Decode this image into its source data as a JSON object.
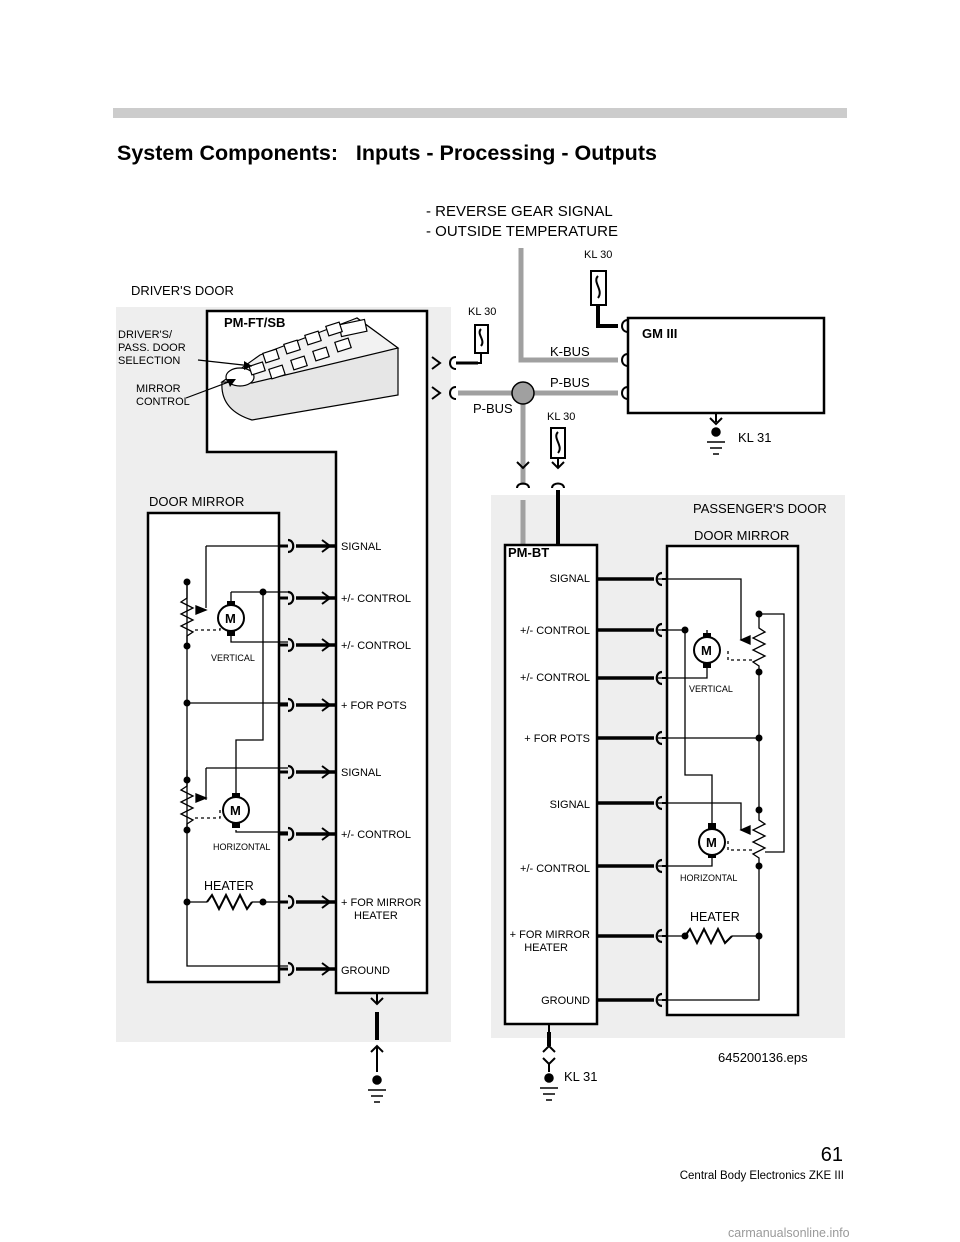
{
  "page": {
    "title": "System Components:   Inputs - Processing - Outputs",
    "page_number": "61",
    "footer": "Central Body Electronics ZKE III",
    "file_name": "645200136.eps",
    "watermark": "carmanualsonline.info"
  },
  "diagram": {
    "gm_inputs": [
      "- REVERSE GEAR SIGNAL",
      "- OUTSIDE TEMPERATURE"
    ],
    "drivers_door": {
      "title": "DRIVER'S DOOR",
      "module": "PM-FT/SB",
      "selection_label": [
        "DRIVER'S/",
        "PASS. DOOR",
        "SELECTION"
      ],
      "mirror_control_label": [
        "MIRROR",
        "CONTROL"
      ],
      "mirror_title": "DOOR MIRROR",
      "motor_letter": "M",
      "vertical_label": "VERTICAL",
      "horizontal_label": "HORIZONTAL",
      "heater_label": "HEATER",
      "pins": [
        "SIGNAL",
        "+/- CONTROL",
        "+/- CONTROL",
        "+ FOR POTS",
        "SIGNAL",
        "+/- CONTROL",
        "+ FOR MIRROR",
        "HEATER",
        "GROUND"
      ]
    },
    "passengers_door": {
      "title": "PASSENGER'S DOOR",
      "module": "PM-BT",
      "mirror_title": "DOOR MIRROR",
      "motor_letter": "M",
      "vertical_label": "VERTICAL",
      "horizontal_label": "HORIZONTAL",
      "heater_label": "HEATER",
      "pins": [
        "SIGNAL",
        "+/- CONTROL",
        "+/- CONTROL",
        "+ FOR POTS",
        "SIGNAL",
        "+/- CONTROL",
        "+ FOR MIRROR",
        "HEATER",
        "GROUND"
      ]
    },
    "gm": {
      "label": "GM III",
      "kbus": "K-BUS",
      "pbus": "P-BUS"
    },
    "pbus_label": "P-BUS",
    "kl30": "KL 30",
    "kl31": "KL 31",
    "colors": {
      "panel": "#eeeeee",
      "bus": "#a0a0a0",
      "line": "#000000"
    }
  }
}
